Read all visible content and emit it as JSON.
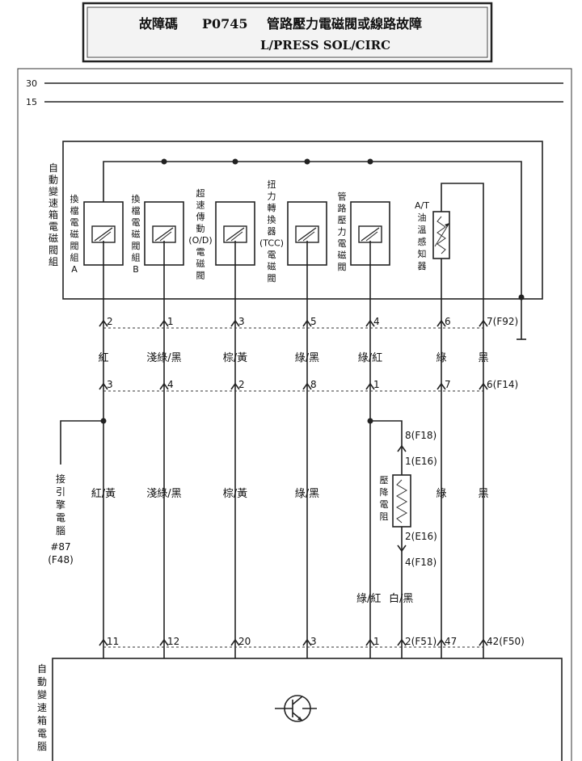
{
  "header": {
    "code_label": "故障碼",
    "code": "P0745",
    "title_cn": "管路壓力電磁閥或線路故障",
    "title_en": "L/PRESS SOL/CIRC"
  },
  "rails": [
    "30",
    "15"
  ],
  "solenoid_assembly_label": "自動變速箱電磁閥組",
  "components": [
    {
      "label": "換檔電磁閥組A"
    },
    {
      "label": "換檔電磁閥組B"
    },
    {
      "label": "超速傳動(O/D)電磁閥"
    },
    {
      "label": "扭力轉換器(TCC)電磁閥"
    },
    {
      "label": "管路壓力電磁閥"
    },
    {
      "label": "A/T油溫感知器"
    }
  ],
  "connector_f92": {
    "pins": [
      "2",
      "1",
      "3",
      "5",
      "4",
      "6",
      "7(F92)"
    ]
  },
  "wire_colors_upper": [
    "紅",
    "淺綠/黑",
    "棕/黃",
    "綠/黑",
    "綠/紅",
    "綠",
    "黑"
  ],
  "connector_f14": {
    "pins": [
      "3",
      "4",
      "2",
      "8",
      "1",
      "7",
      "6(F14)"
    ]
  },
  "ecu_link": {
    "label": "接引擎電腦",
    "pin": "#87",
    "connector": "(F48)"
  },
  "wire_colors_lower": [
    "紅/黃",
    "淺綠/黑",
    "棕/黃",
    "綠/黑",
    "綠",
    "黑"
  ],
  "resistor": {
    "label": "壓降電阻",
    "pins": [
      "8(F18)",
      "1(E16)",
      "2(E16)",
      "4(F18)"
    ],
    "wire_left": "綠/紅",
    "wire_right": "白/黑"
  },
  "connector_f51_f50": {
    "pins": [
      "11",
      "12",
      "20",
      "3",
      "1",
      "2(F51)",
      "47",
      "42(F50)"
    ]
  },
  "tcm_label": "自動變速箱電腦"
}
